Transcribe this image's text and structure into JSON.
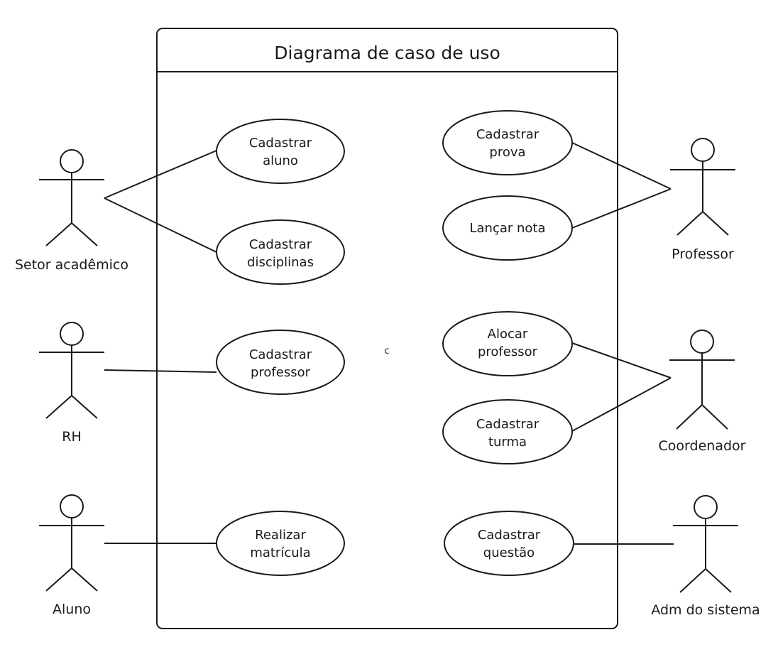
{
  "diagram": {
    "title": "Diagrama de caso de uso",
    "stray_text": "c"
  },
  "actors": [
    {
      "id": "setor",
      "label": "Setor acadêmico"
    },
    {
      "id": "rh",
      "label": "RH"
    },
    {
      "id": "aluno",
      "label": "Aluno"
    },
    {
      "id": "professor",
      "label": "Professor"
    },
    {
      "id": "coordenador",
      "label": "Coordenador"
    },
    {
      "id": "adm",
      "label": "Adm do sistema"
    }
  ],
  "use_cases": [
    {
      "id": "cad-aluno",
      "lines": [
        "Cadastrar",
        "aluno"
      ]
    },
    {
      "id": "cad-disciplinas",
      "lines": [
        "Cadastrar",
        "disciplinas"
      ]
    },
    {
      "id": "cad-professor",
      "lines": [
        "Cadastrar",
        "professor"
      ]
    },
    {
      "id": "realizar-matricula",
      "lines": [
        "Realizar",
        "matrícula"
      ]
    },
    {
      "id": "cad-prova",
      "lines": [
        "Cadastrar",
        "prova"
      ]
    },
    {
      "id": "lancar-nota",
      "lines": [
        "Lançar nota"
      ]
    },
    {
      "id": "alocar-professor",
      "lines": [
        "Alocar",
        "professor"
      ]
    },
    {
      "id": "cad-turma",
      "lines": [
        "Cadastrar",
        "turma"
      ]
    },
    {
      "id": "cad-questao",
      "lines": [
        "Cadastrar",
        "questão"
      ]
    }
  ],
  "associations": [
    {
      "actor": "setor",
      "use_case": "cad-aluno"
    },
    {
      "actor": "setor",
      "use_case": "cad-disciplinas"
    },
    {
      "actor": "rh",
      "use_case": "cad-professor"
    },
    {
      "actor": "aluno",
      "use_case": "realizar-matricula"
    },
    {
      "actor": "professor",
      "use_case": "cad-prova"
    },
    {
      "actor": "professor",
      "use_case": "lancar-nota"
    },
    {
      "actor": "coordenador",
      "use_case": "alocar-professor"
    },
    {
      "actor": "coordenador",
      "use_case": "cad-turma"
    },
    {
      "actor": "adm",
      "use_case": "cad-questao"
    }
  ]
}
